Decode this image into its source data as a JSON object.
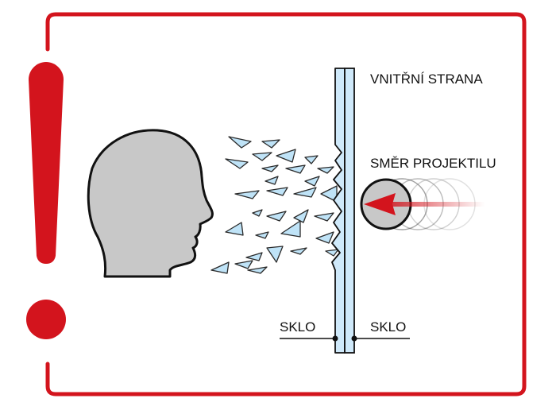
{
  "labels": {
    "inner_side": "VNITŘNÍ STRANA",
    "projectile_direction": "SMĚR PROJEKTILU",
    "glass_left": "SKLO",
    "glass_right": "SKLO"
  },
  "colors": {
    "frame_red": "#d3141d",
    "glass_fill": "#cfe9fa",
    "fragment_fill": "#bfe3f7",
    "head_fill": "#c8c8c8",
    "arrow_red": "#d3141d",
    "stroke": "#111111"
  },
  "icons": {
    "warning": "exclamation-mark-icon",
    "head": "human-head-silhouette-icon",
    "projectile": "bullet-circle-icon"
  }
}
